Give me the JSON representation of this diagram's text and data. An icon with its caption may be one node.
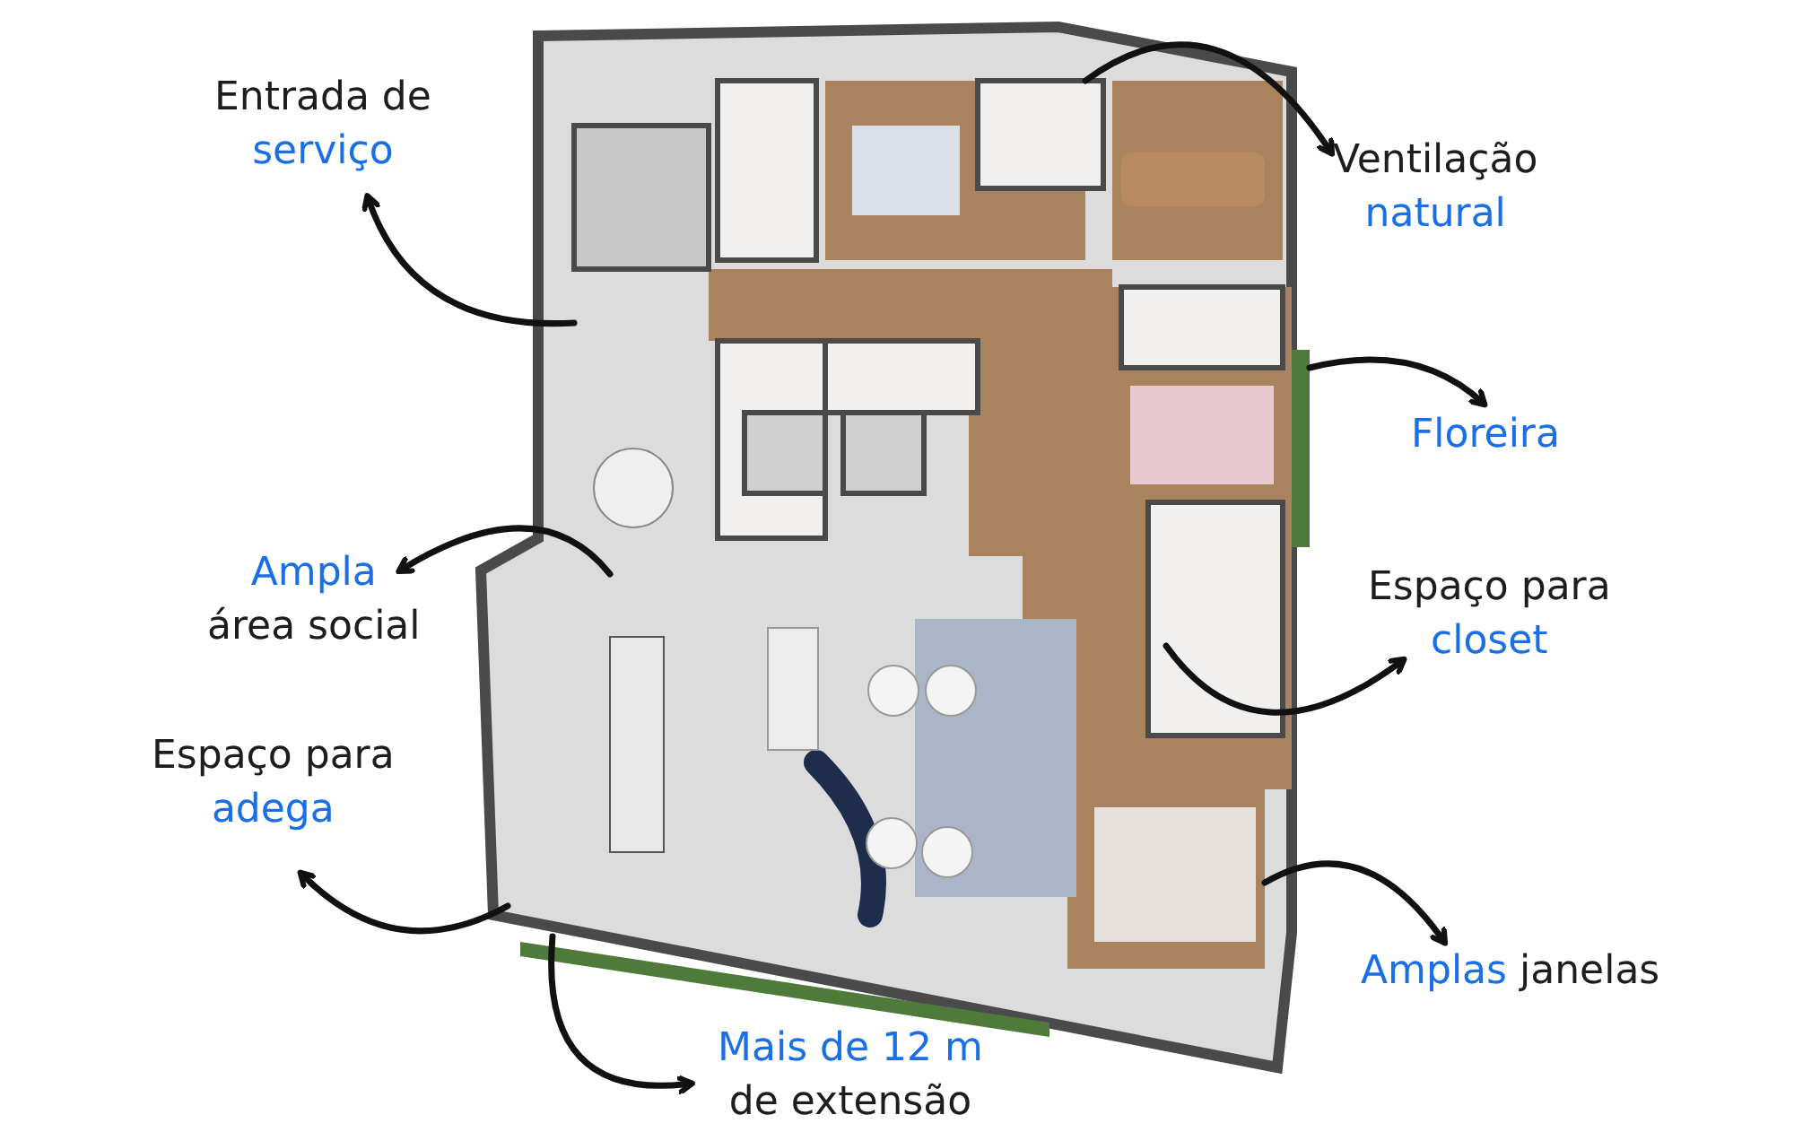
{
  "diagram": {
    "nodes": [
      {
        "text": [
          "Entrada de serviço"
        ]
      },
      {
        "text": [
          "Ventilação natural"
        ]
      },
      {
        "text": [
          "Floreira"
        ]
      },
      {
        "text": [
          "Ampla área social"
        ]
      },
      {
        "text": [
          "Espaço para closet"
        ]
      },
      {
        "text": [
          "Espaço para adega"
        ]
      },
      {
        "text": [
          "Amplas janelas"
        ]
      },
      {
        "text": [
          "Mais de 12 m de extensão"
        ]
      }
    ],
    "edges": [
      {
        "from": null,
        "to": 0,
        "arrow": "to"
      },
      {
        "from": null,
        "to": 1,
        "arrow": "to"
      },
      {
        "from": null,
        "to": 2,
        "arrow": "to"
      },
      {
        "from": null,
        "to": 3,
        "arrow": "to"
      },
      {
        "from": null,
        "to": 4,
        "arrow": "to"
      },
      {
        "from": null,
        "to": 5,
        "arrow": "to"
      },
      {
        "from": null,
        "to": 6,
        "arrow": "to"
      },
      {
        "from": null,
        "to": 7,
        "arrow": "to"
      }
    ]
  }
}
